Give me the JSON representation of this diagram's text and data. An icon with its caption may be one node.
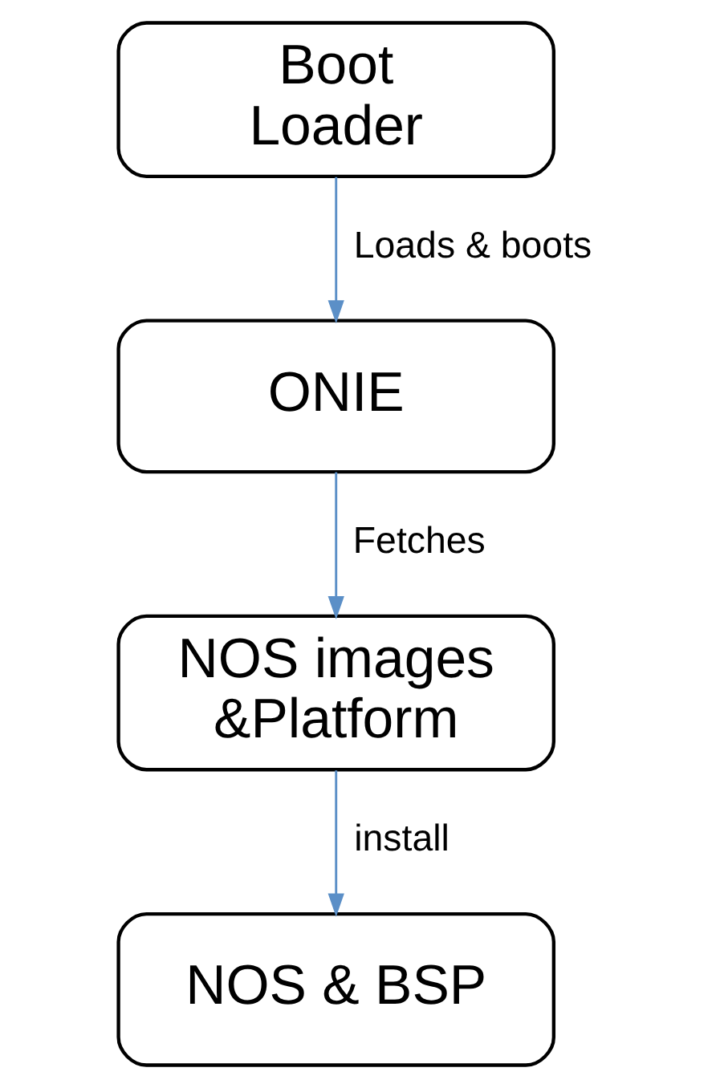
{
  "diagram": {
    "nodes": [
      {
        "text": [
          "Boot Loader"
        ]
      },
      {
        "text": [
          "ONIE"
        ]
      },
      {
        "text": [
          "NOS images &Platform"
        ]
      },
      {
        "text": [
          "NOS & BSP"
        ]
      }
    ],
    "edges": [
      {
        "from": 0,
        "to": 1,
        "arrow": "to",
        "label": "Loads & boots"
      },
      {
        "from": 1,
        "to": 2,
        "arrow": "to",
        "label": "Fetches"
      },
      {
        "from": 2,
        "to": 3,
        "arrow": "to",
        "label": "install"
      }
    ]
  }
}
